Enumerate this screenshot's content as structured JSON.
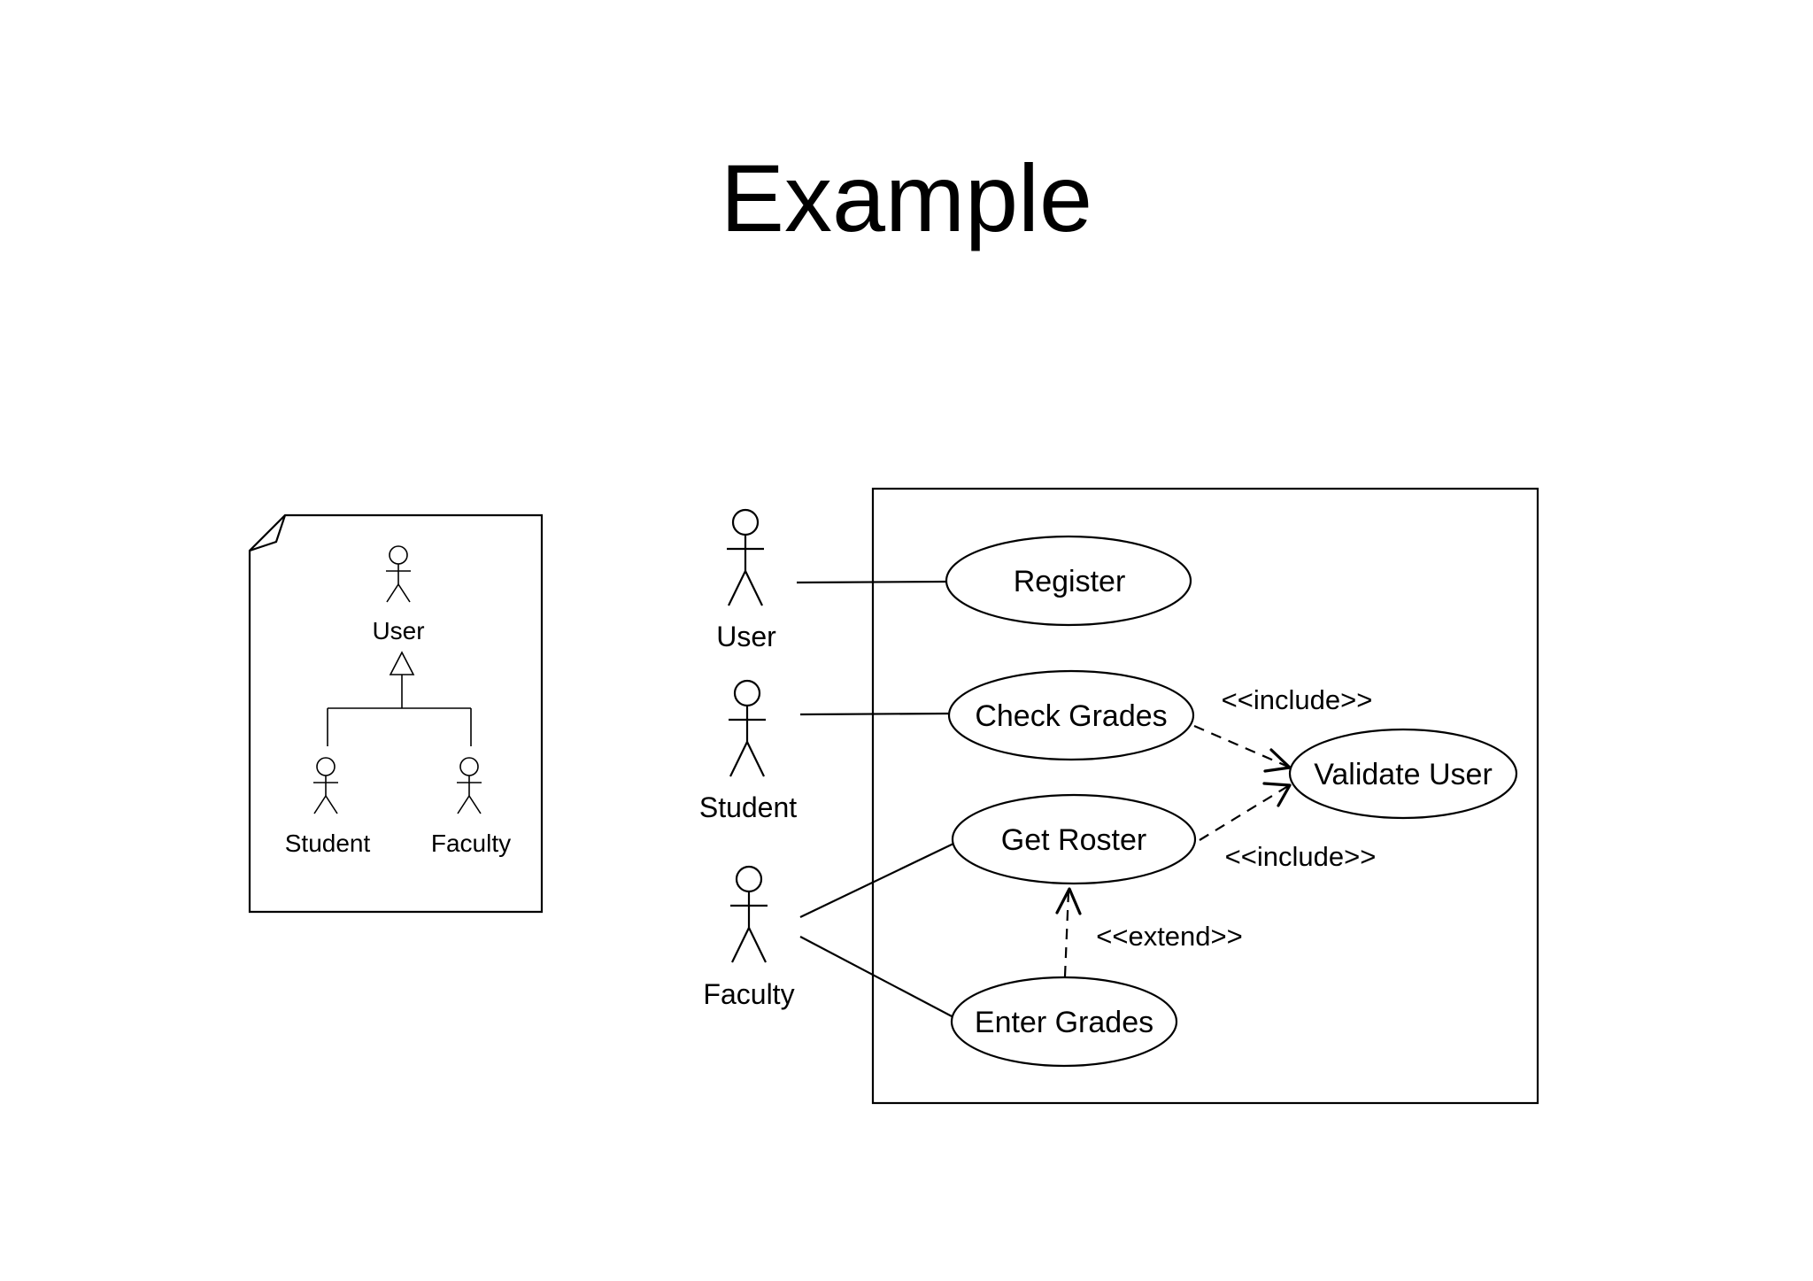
{
  "title": "Example",
  "hierarchy_note": {
    "parent": "User",
    "children": [
      "Student",
      "Faculty"
    ]
  },
  "actors": {
    "user": "User",
    "student": "Student",
    "faculty": "Faculty"
  },
  "use_cases": {
    "register": "Register",
    "check_grades": "Check Grades",
    "validate_user": "Validate User",
    "get_roster": "Get Roster",
    "enter_grades": "Enter Grades"
  },
  "relationships": {
    "include_1": "<<include>>",
    "include_2": "<<include>>",
    "extend": "<<extend>>"
  }
}
